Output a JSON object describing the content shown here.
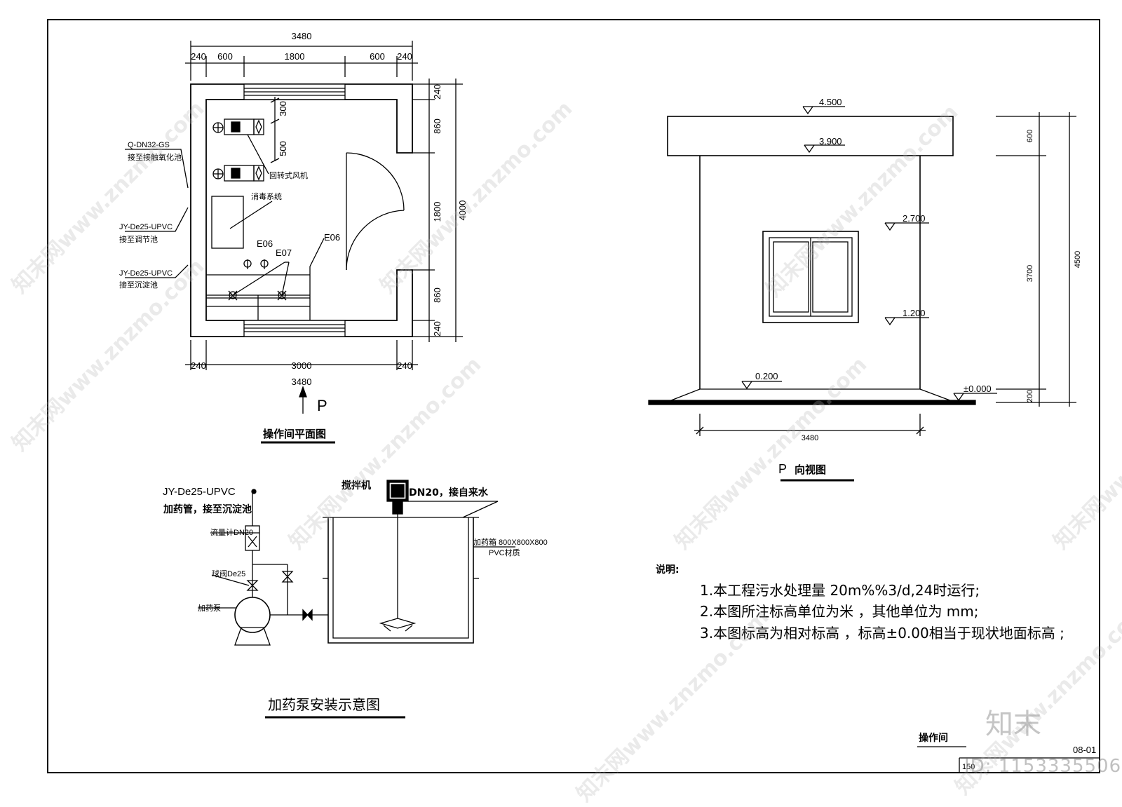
{
  "plan": {
    "dim_total_top": "3480",
    "dims_top": [
      "240",
      "600",
      "1800",
      "600",
      "240"
    ],
    "dims_right": [
      "240",
      "860",
      "1800",
      "860",
      "240"
    ],
    "dim_height": "4000",
    "dims_bottom": [
      "240",
      "3000",
      "240"
    ],
    "dim_total_bottom": "3480",
    "dims_equipment": [
      "300",
      "500"
    ],
    "label_blower": "回转式风机",
    "label_disinfect": "消毒系统",
    "tag_e06_a": "E06",
    "tag_e07": "E07",
    "tag_e06_b": "E06",
    "pipe1_code": "Q-DN32-GS",
    "pipe1_note": "接至接触氧化池",
    "pipe2_code": "JY-De25-UPVC",
    "pipe2_note": "接至调节池",
    "pipe3_code": "JY-De25-UPVC",
    "pipe3_note": "接至沉淀池",
    "view_arrow_label": "P",
    "title": "操作间平面图"
  },
  "elevation": {
    "levels": [
      "4.500",
      "3.900",
      "2.700",
      "1.200",
      "0.200",
      "±0.000"
    ],
    "dims_right_inner": [
      "600",
      "3700",
      "200"
    ],
    "dim_right_total": "4500",
    "dim_width": "3480",
    "title_letter": "P",
    "title": "向视图"
  },
  "pump": {
    "mixer_label": "搅拌机",
    "water_label": "DN20，接自来水",
    "pipe_code": "JY-De25-UPVC",
    "pipe_note": "加药管，接至沉淀池",
    "flowmeter_label": "流量计DN20",
    "valve_label": "球阀De25",
    "pump_label": "加药泵",
    "tank_label1": "加药箱 800X800X800",
    "tank_label2": "PVC材质",
    "title": "加药泵安装示意图"
  },
  "notes": {
    "heading": "说明:",
    "items": [
      "1.本工程污水处理量 20m%%3/d,24时运行;",
      "2.本图所注标高单位为米 ，其他单位为 mm;",
      "3.本图标高为相对标高 ，标高±0.00相当于现状地面标高 ;"
    ]
  },
  "titleblock": {
    "name": "操作间",
    "code": "08-01",
    "scale": "150"
  },
  "watermark": {
    "text": "知末网www.znzmo.com",
    "logo": "知末",
    "id": "ID: 1153335506"
  }
}
